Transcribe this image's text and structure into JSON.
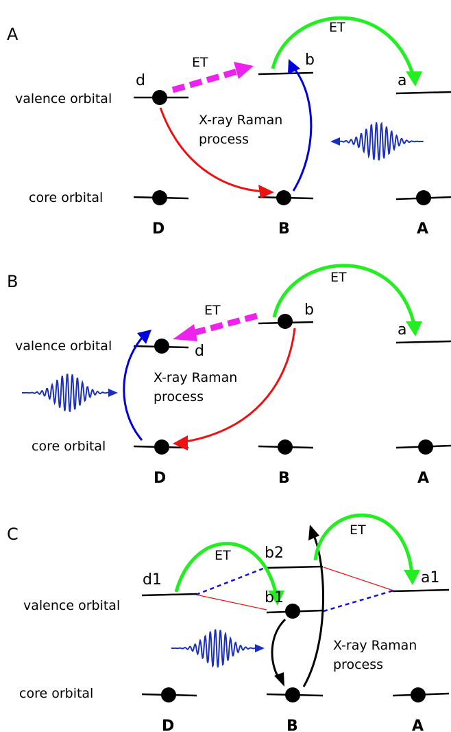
{
  "panels": [
    {
      "id": "A",
      "label": "A",
      "valence_label": "valence orbital",
      "core_label": "core orbital",
      "sites": [
        "D",
        "B",
        "A"
      ],
      "levels": {
        "d": "d",
        "b": "b",
        "a": "a"
      },
      "process_line1": "X-ray Raman",
      "process_line2": "process",
      "et_pink": "ET",
      "et_green": "ET"
    },
    {
      "id": "B",
      "label": "B",
      "valence_label": "valence orbital",
      "core_label": "core orbital",
      "sites": [
        "D",
        "B",
        "A"
      ],
      "levels": {
        "d": "d",
        "b": "b",
        "a": "a"
      },
      "process_line1": "X-ray Raman",
      "process_line2": "process",
      "et_pink": "ET",
      "et_green": "ET"
    },
    {
      "id": "C",
      "label": "C",
      "valence_label": "valence orbital",
      "core_label": "core orbital",
      "sites": [
        "D",
        "B",
        "A"
      ],
      "levels": {
        "d1": "d1",
        "b1": "b1",
        "b2": "b2",
        "a1": "a1"
      },
      "process_line1": "X-ray Raman",
      "process_line2": "process",
      "et_left": "ET",
      "et_right": "ET"
    }
  ],
  "colors": {
    "et_green": "#22ee22",
    "et_pink": "#ee22ee",
    "excitation_blue": "#0000dd",
    "decay_red": "#ee1111",
    "pulse_blue": "#1a2fbf",
    "dashed_blue": "#1111dd",
    "thin_red": "#ee1111",
    "black": "#000000"
  }
}
